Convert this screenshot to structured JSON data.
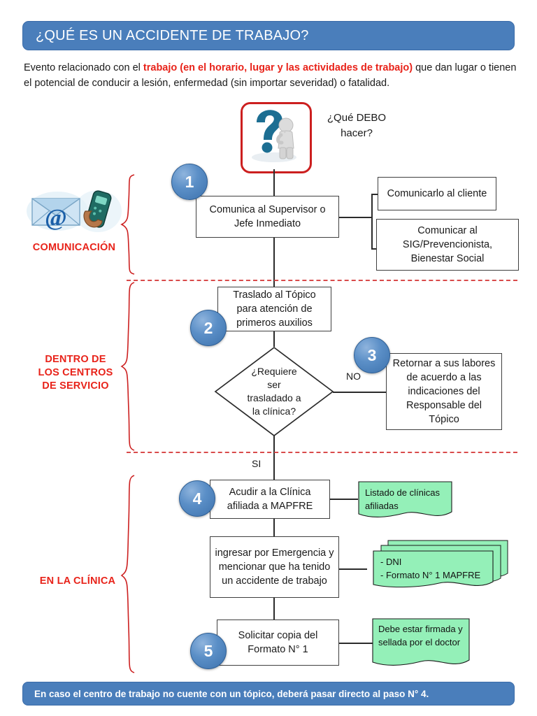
{
  "header": {
    "title": "¿QUÉ ES UN ACCIDENTE DE TRABAJO?"
  },
  "intro": {
    "part1": "Evento relacionado con el ",
    "highlight": "trabajo (en el horario, lugar y las actividades de trabajo)",
    "part2": " que dan lugar o tienen el potencial de conducir a lesión, enfermedad (sin importar severidad) o fatalidad."
  },
  "question_card": {
    "icon": "question-mark-person-icon",
    "label": "¿Qué DEBO hacer?"
  },
  "sections": [
    {
      "id": "comunicacion",
      "label": "COMUNICACIÓN"
    },
    {
      "id": "centros",
      "label": "DENTRO DE LOS CENTROS DE SERVICIO"
    },
    {
      "id": "clinica",
      "label": "EN LA CLÍNICA"
    }
  ],
  "steps": [
    {
      "number": "1"
    },
    {
      "number": "2"
    },
    {
      "number": "3"
    },
    {
      "number": "4"
    },
    {
      "number": "5"
    }
  ],
  "boxes": {
    "comunica_supervisor": "Comunica al Supervisor o Jefe Inmediato",
    "comunicar_cliente": "Comunicarlo al cliente",
    "comunicar_sig": "Comunicar al SIG/Prevencionista, Bienestar Social",
    "traslado_topico": "Traslado al Tópico para atención de primeros auxilios",
    "decision": "¿Requiere ser trasladado a la clínica?",
    "retornar_labores": "Retornar a sus labores de acuerdo a las indicaciones del Responsable del Tópico",
    "acudir_clinica": "Acudir a la Clínica afiliada a MAPFRE",
    "ingresar_emergencia": "ingresar por Emergencia y mencionar que ha tenido un accidente de trabajo",
    "solicitar_copia": "Solicitar copia del Formato N° 1"
  },
  "notes": {
    "listado_clinicas": "Listado de clínicas afiliadas",
    "documentos": "- DNI\n- Formato N° 1 MAPFRE",
    "documentos_line1": "- DNI",
    "documentos_line2": "- Formato N° 1 MAPFRE",
    "firmada_sellada": "Debe estar firmada y sellada por el doctor"
  },
  "edge_labels": {
    "no": "NO",
    "si": "SI"
  },
  "footer": {
    "text": "En caso el centro de trabajo no cuente con un tópico, deberá pasar directo al paso N° 4."
  },
  "colors": {
    "banner_blue": "#4a7ebb",
    "accent_red": "#e8231a",
    "dashed_red": "#d94b4b",
    "note_green": "#94f0b8",
    "step_blue": "#3d72ad"
  }
}
